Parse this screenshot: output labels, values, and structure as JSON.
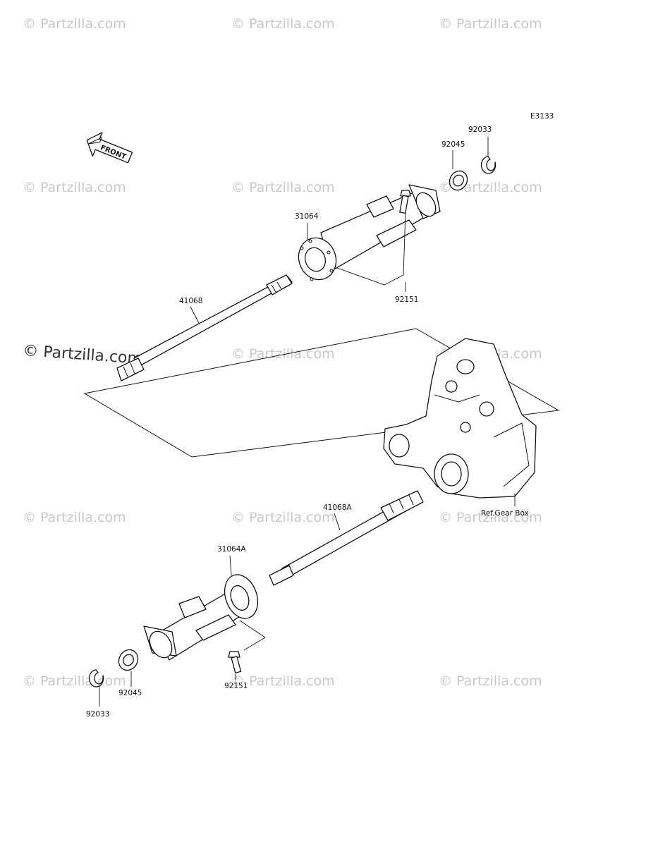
{
  "diagram_code": "E3133",
  "front_label": "FRONT",
  "ref_label": "Ref.Gear Box",
  "watermark": "© Partzilla.com",
  "watermark_primary": "© Partzilla.com",
  "parts": {
    "upper_circlip": "92033",
    "upper_seal": "92045",
    "upper_housing": "31064",
    "upper_bolt": "92151",
    "upper_shaft": "41068",
    "lower_shaft": "41068A",
    "lower_housing": "31064A",
    "lower_bolt": "92151",
    "lower_seal": "92045",
    "lower_circlip": "92033"
  },
  "colors": {
    "line": "#111111",
    "watermark": "#c8c8c8",
    "background": "#ffffff"
  }
}
